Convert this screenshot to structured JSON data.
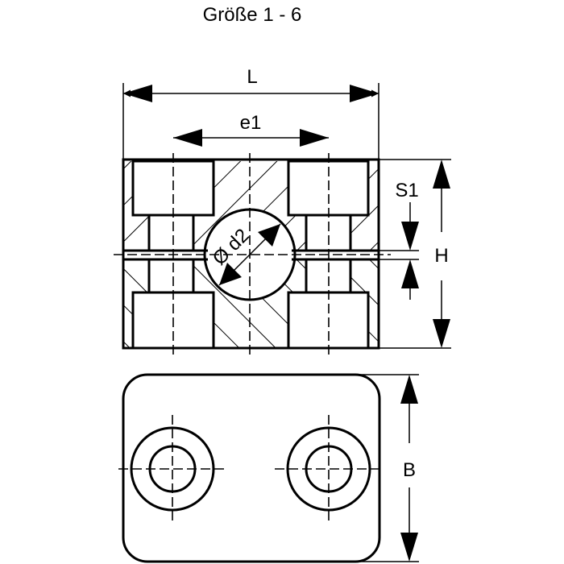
{
  "title": "Größe 1 - 6",
  "dimensions": {
    "length": "L",
    "hole_spacing": "e1",
    "bore_diameter": "Ø d2",
    "gap": "S1",
    "height": "H",
    "width": "B"
  },
  "colors": {
    "line": "#000000",
    "background": "#ffffff"
  }
}
